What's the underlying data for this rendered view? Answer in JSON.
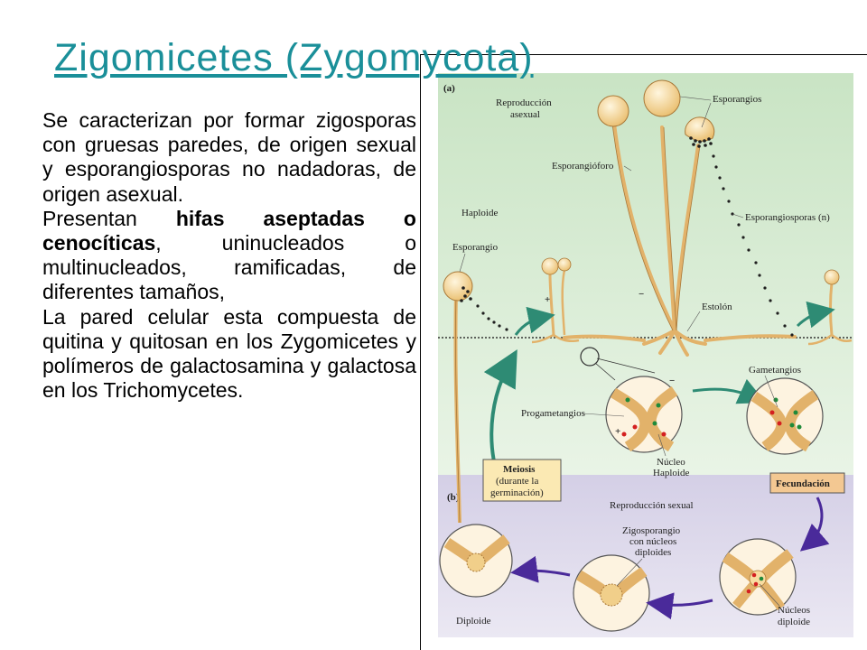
{
  "title": "Zigomicetes (Zygomycota)",
  "body": {
    "p1": "Se caracterizan por formar zigosporas con gruesas paredes, de origen sexual y esporangiosporas no nadadoras, de origen asexual.",
    "p2_before": "Presentan ",
    "p2_bold": "hifas aseptadas o cenocíticas",
    "p2_after": ", uninucleados o multinucleados, ramificadas, de diferentes tamaños,",
    "p3": "La pared celular esta compuesta de quitina y quitosan en los Zygomicetes y polímeros de galactosamina y galactosa en los Trichomycetes."
  },
  "diagram": {
    "panel_a": "(a)",
    "panel_b": "(b)",
    "reproduccion_asexual": [
      "Reproducción",
      "asexual"
    ],
    "esporangios": "Esporangios",
    "esporangioforo": "Esporangióforo",
    "haploide": "Haploide",
    "esporangio": "Esporangio",
    "esporangiosporas": "Esporangiosporas (n)",
    "estolon": "Estolón",
    "gametangios": "Gametangios",
    "progametangios": "Progametangios",
    "nucleo_haploide": [
      "Núcleo",
      "Haploide"
    ],
    "meiosis": [
      "Meiosis",
      "(durante la",
      "germinación)"
    ],
    "fecundacion": "Fecundación",
    "reproduccion_sexual": "Reproducción sexual",
    "zigosporangio": [
      "Zigosporangio",
      "con núcleos",
      "diploides"
    ],
    "diploide": "Diploide",
    "nucleos_diploide": [
      "Núcleos",
      "diploide"
    ],
    "plus": "+",
    "minus": "−",
    "colors": {
      "haploid_bg": "#d6ebd2",
      "diploid_bg": "#e0dcec",
      "arrow_green": "#2e8b74",
      "arrow_purple": "#4a2a9a",
      "sporangium": "#f3d28f",
      "hypha": "#f0c87a",
      "nucleus_red": "#d42020",
      "nucleus_green": "#1f8a3a",
      "label_box": "#fbe9b3",
      "fecundacion_box": "#f3c892"
    }
  }
}
